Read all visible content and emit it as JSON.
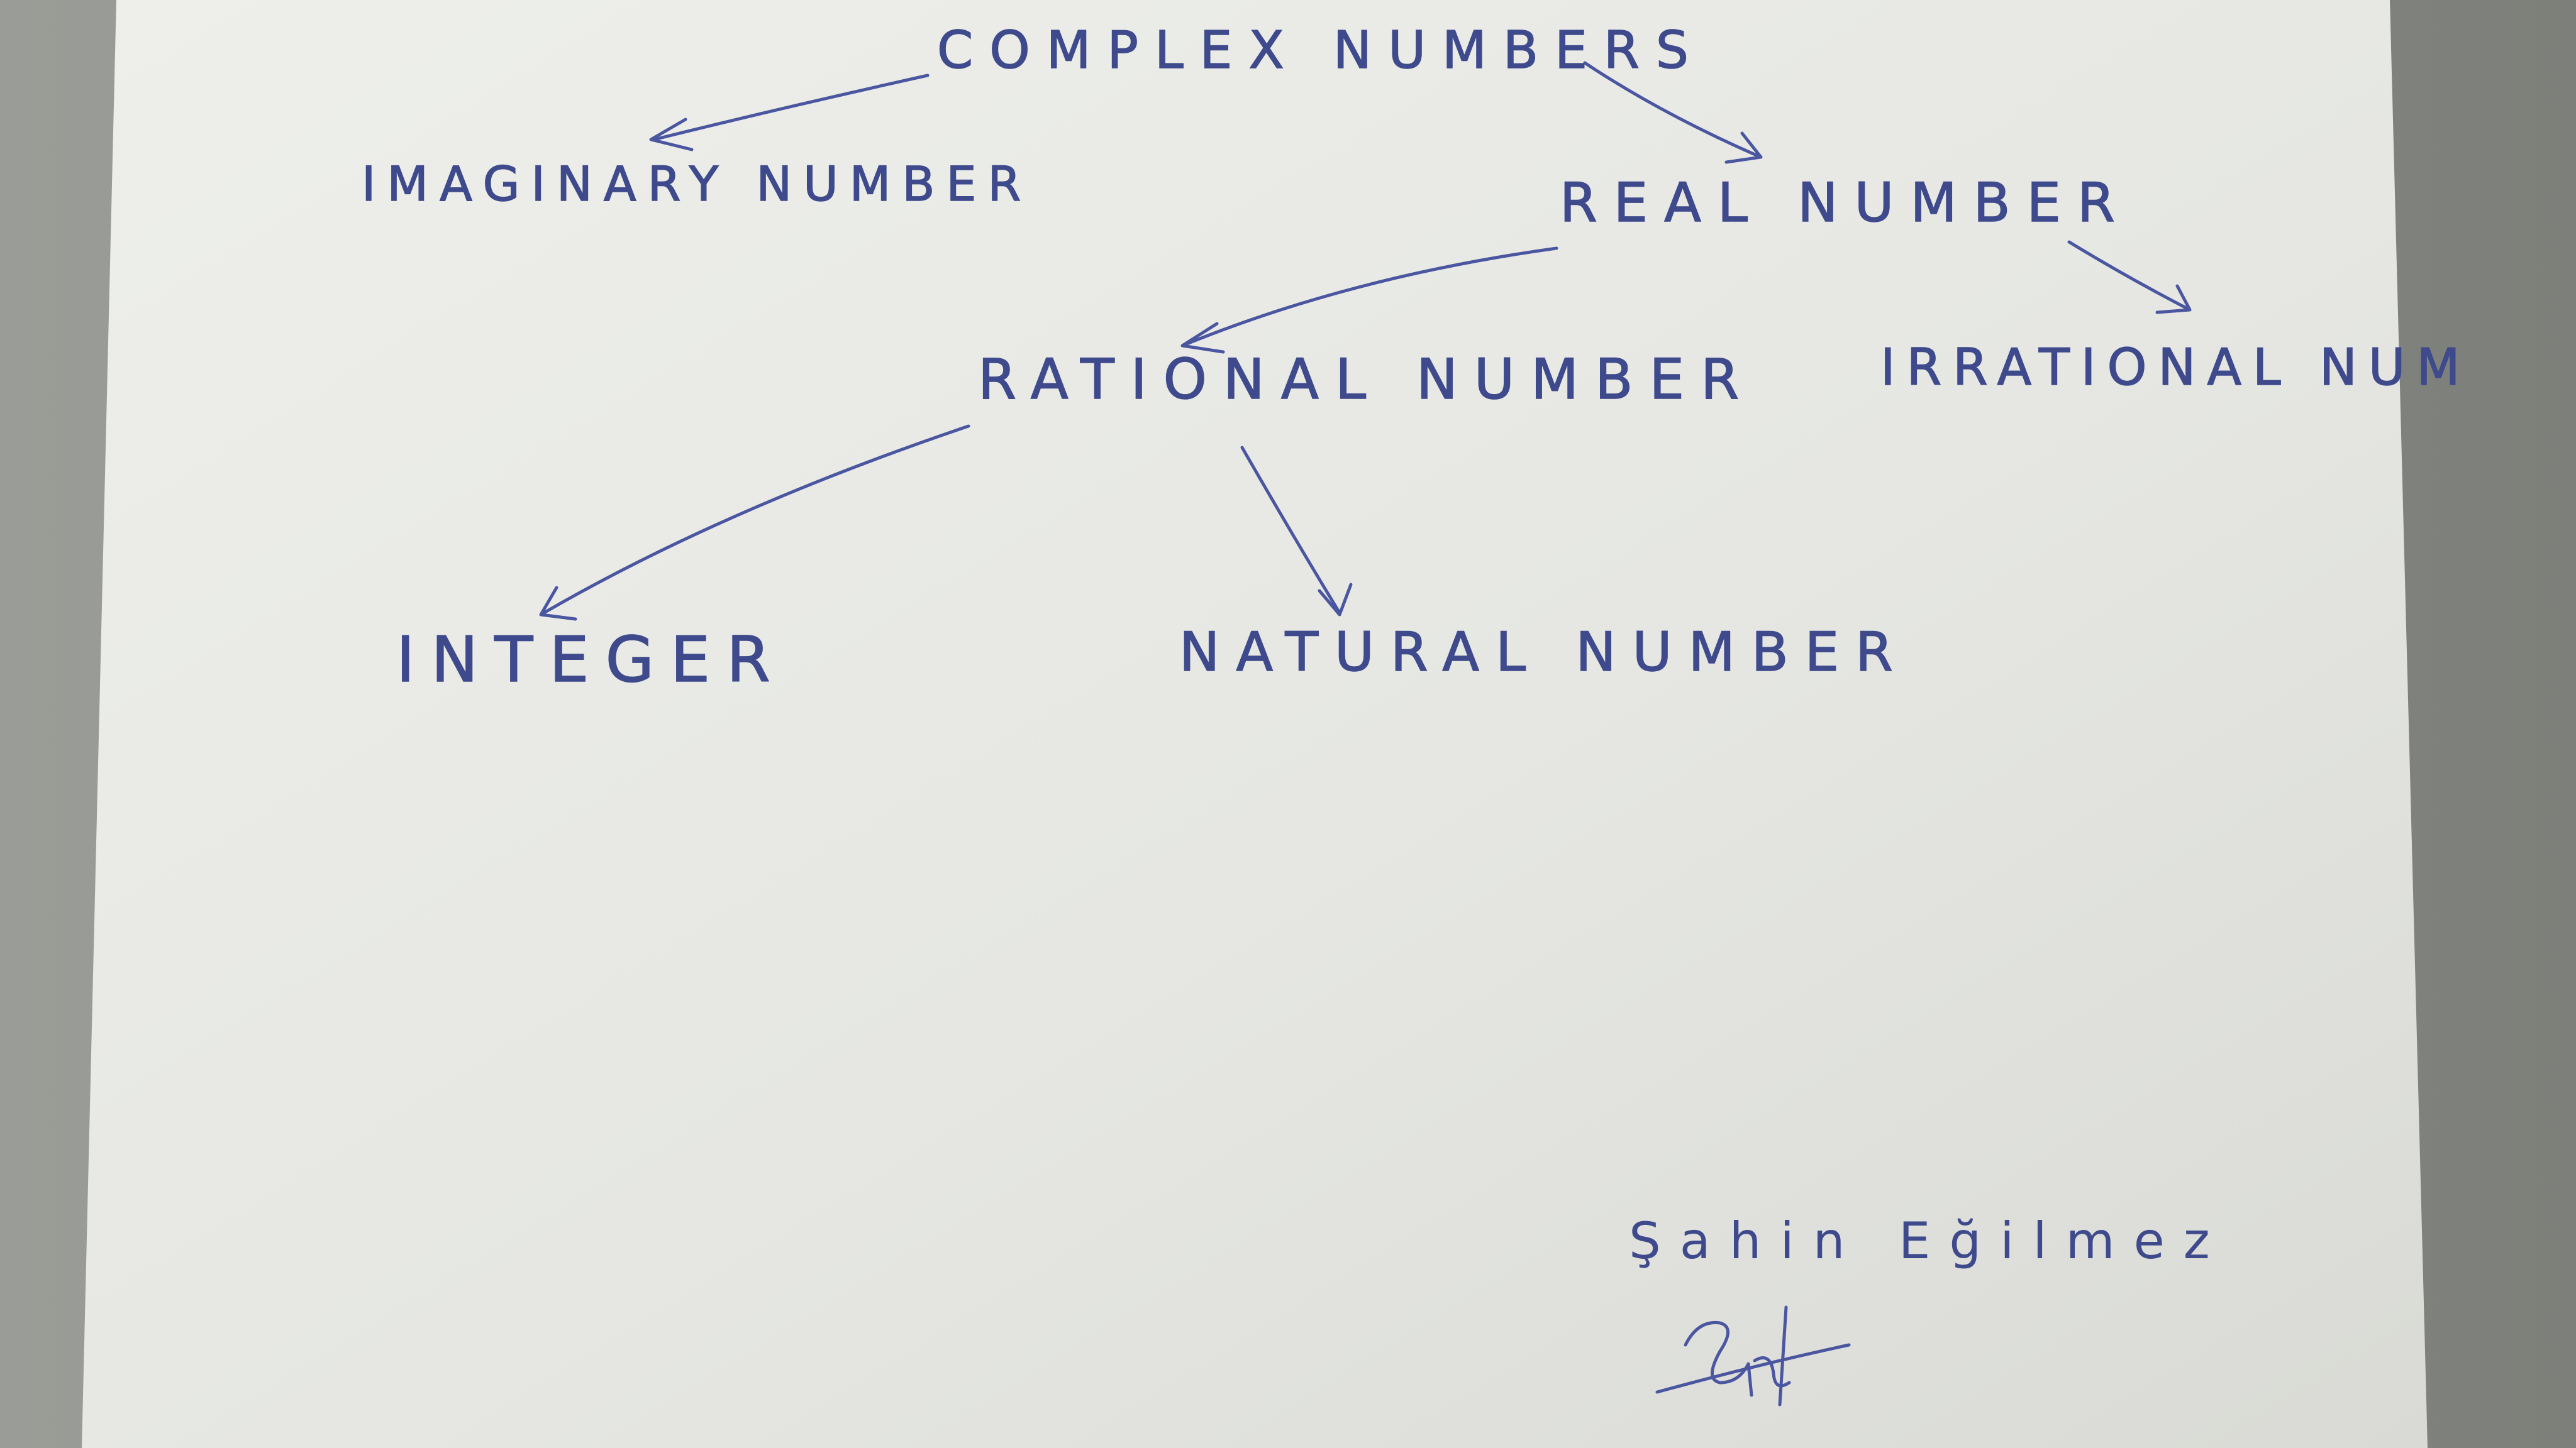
{
  "diagram": {
    "root": {
      "label": "COMPLEX NUMBERS"
    },
    "nodes": {
      "imaginary": {
        "label": "IMAGINARY NUMBER"
      },
      "real": {
        "label": "REAL NUMBER"
      },
      "rational": {
        "label": "RATIONAL NUMBER"
      },
      "irrational": {
        "label": "IRRATIONAL NUM"
      },
      "integer": {
        "label": "INTEGER"
      },
      "natural": {
        "label": "NATURAL NUMBER"
      }
    },
    "edges": [
      {
        "from": "COMPLEX NUMBERS",
        "to": "IMAGINARY NUMBER"
      },
      {
        "from": "COMPLEX NUMBERS",
        "to": "REAL NUMBER"
      },
      {
        "from": "REAL NUMBER",
        "to": "RATIONAL NUMBER"
      },
      {
        "from": "REAL NUMBER",
        "to": "IRRATIONAL NUM"
      },
      {
        "from": "RATIONAL NUMBER",
        "to": "INTEGER"
      },
      {
        "from": "RATIONAL NUMBER",
        "to": "NATURAL NUMBER"
      }
    ]
  },
  "author": {
    "name": "Şahin Eğilmez"
  },
  "colors": {
    "ink": "#3e4a8c",
    "paper": "#e7e8e4",
    "background": "#8f918c"
  }
}
